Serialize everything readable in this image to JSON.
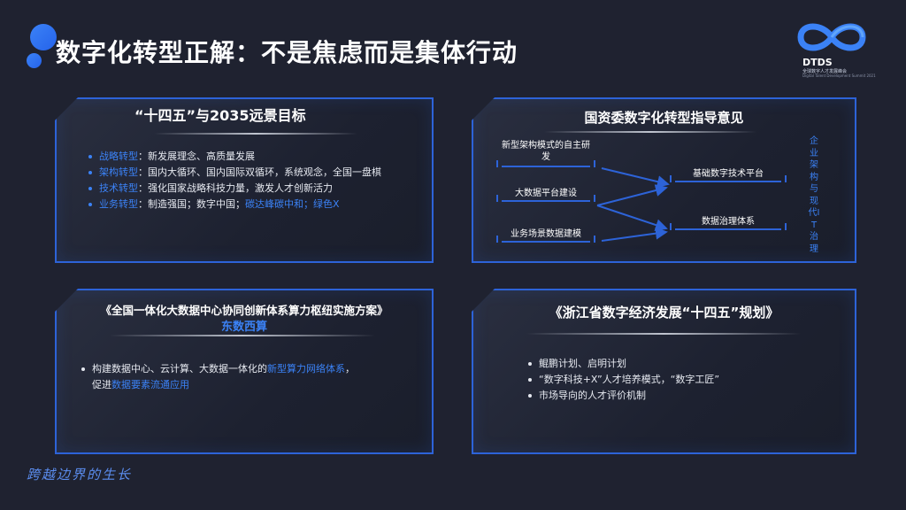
{
  "header": {
    "title": "数字化转型正解：不是焦虑而是集体行动"
  },
  "logo": {
    "brand": "DTDS",
    "subtitle": "全球数字人才发展峰会",
    "subtitle_en": "Digital Talent Development Summit 2021"
  },
  "panel1": {
    "title": "“十四五”与2035远景目标",
    "items": [
      {
        "label": "战略转型",
        "text": "：新发展理念、高质量发展",
        "extra": ""
      },
      {
        "label": "架构转型",
        "text": "：国内大循环、国内国际双循环，系统观念，全国一盘棋",
        "extra": ""
      },
      {
        "label": "技术转型",
        "text": "：强化国家战略科技力量，激发人才创新活力",
        "extra": ""
      },
      {
        "label": "业务转型",
        "text": "：制造强国；数字中国；",
        "extra": "碳达峰碳中和；绿色X"
      }
    ]
  },
  "panel2": {
    "title": "国资委数字化转型指导意见",
    "left_nodes": [
      "新型架构模式的自主研发",
      "大数据平台建设",
      "业务场景数据建模"
    ],
    "right_nodes": [
      "基础数字技术平台",
      "数据治理体系"
    ],
    "vertical_text": "企业架构与现代IT治理"
  },
  "panel3": {
    "title": "《全国一体化大数据中心协同创新体系算力枢纽实施方案》",
    "subtitle": "东数西算",
    "line1_a": "构建数据中心、云计算、大数据一体化的",
    "line1_hl": "新型算力网络体系",
    "line1_b": "，",
    "line2_a": "促进",
    "line2_hl": "数据要素流通应用"
  },
  "panel4": {
    "title": "《浙江省数字经济发展“十四五”规划》",
    "items": [
      "鲲鹏计划、启明计划",
      "“数字科技+X”人才培养模式，“数字工匠”",
      "市场导向的人才评价机制"
    ]
  },
  "footer": {
    "slogan": "跨越边界的生长"
  },
  "colors": {
    "accent": "#3b82f6",
    "border": "#2d63d8",
    "background": "#1f2230"
  }
}
